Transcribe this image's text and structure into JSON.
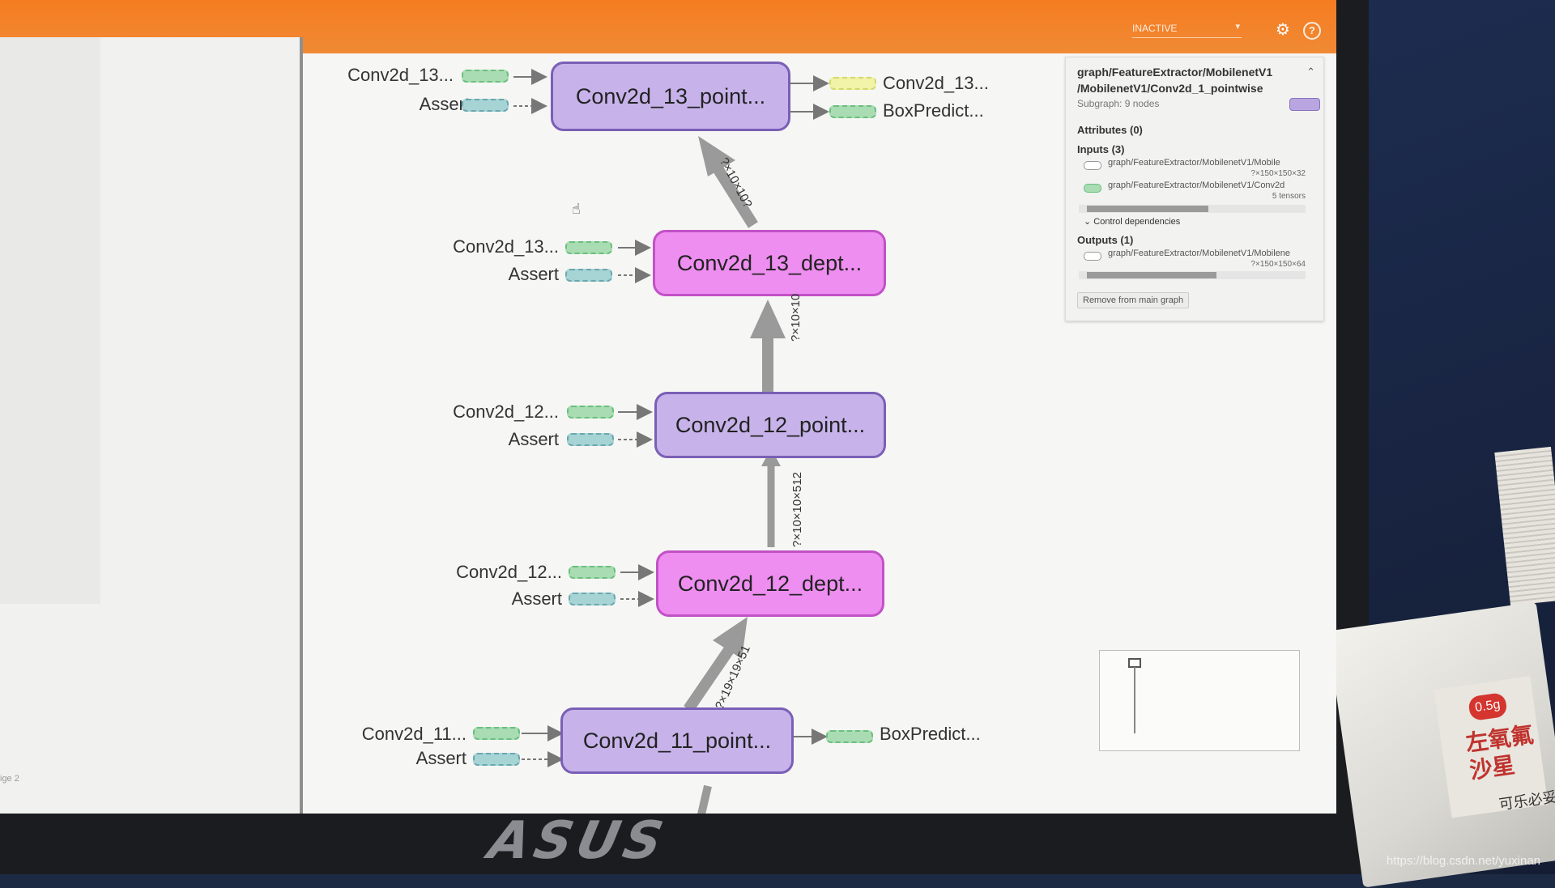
{
  "window": {
    "run_selector": "INACTIVE",
    "left_panel_footer": "ige 2"
  },
  "icons": {
    "gear": "gear-icon",
    "help": "help-icon",
    "cursor": "hand-cursor-icon",
    "run_caret": "chevron-down-icon"
  },
  "colors": {
    "toolbar": "#f57c20",
    "pointwise_fill": "#c7b3ea",
    "pointwise_border": "#7a5fb6",
    "depthwise_fill": "#ee8ef0",
    "depthwise_border": "#c251c6"
  },
  "graph": {
    "nodes": [
      {
        "label": "Conv2d_13_point...",
        "kind": "pointwise"
      },
      {
        "label": "Conv2d_13_dept...",
        "kind": "depthwise"
      },
      {
        "label": "Conv2d_12_point...",
        "kind": "pointwise"
      },
      {
        "label": "Conv2d_12_dept...",
        "kind": "depthwise"
      },
      {
        "label": "Conv2d_11_point...",
        "kind": "pointwise"
      }
    ],
    "inputs": [
      {
        "weight": "Conv2d_13...",
        "assert": "Assert"
      },
      {
        "weight": "Conv2d_13...",
        "assert": "Assert"
      },
      {
        "weight": "Conv2d_12...",
        "assert": "Assert"
      },
      {
        "weight": "Conv2d_12...",
        "assert": "Assert"
      },
      {
        "weight": "Conv2d_11...",
        "assert": "Assert"
      }
    ],
    "outputs": {
      "top": [
        "Conv2d_13...",
        "BoxPredict..."
      ],
      "bottom": [
        "BoxPredict..."
      ]
    },
    "edge_labels": [
      "?×10×10?",
      "?×10×10",
      "?×10×10×512",
      "?×19×19×51"
    ]
  },
  "info_card": {
    "title": "graph/FeatureExtractor/MobilenetV1 /MobilenetV1/Conv2d_1_pointwise",
    "subgraph": "Subgraph: 9 nodes",
    "attributes": "Attributes (0)",
    "inputs_header": "Inputs (3)",
    "inputs": [
      {
        "name": "graph/FeatureExtractor/MobilenetV1/Mobile",
        "dims": "?×150×150×32"
      },
      {
        "name": "graph/FeatureExtractor/MobilenetV1/Conv2d",
        "dims": "5 tensors"
      }
    ],
    "control_deps": "Control dependencies",
    "outputs_header": "Outputs (1)",
    "outputs": [
      {
        "name": "graph/FeatureExtractor/MobilenetV1/Mobilene",
        "dims": "?×150×150×64"
      }
    ],
    "remove_button": "Remove from main graph"
  },
  "photo": {
    "bezel_brand": "ASUS",
    "watermark": "https://blog.csdn.net/yuxinan",
    "box_badge": "0.5g",
    "box_text": "左氧氟沙星",
    "box_subtext": "可乐必妥"
  }
}
